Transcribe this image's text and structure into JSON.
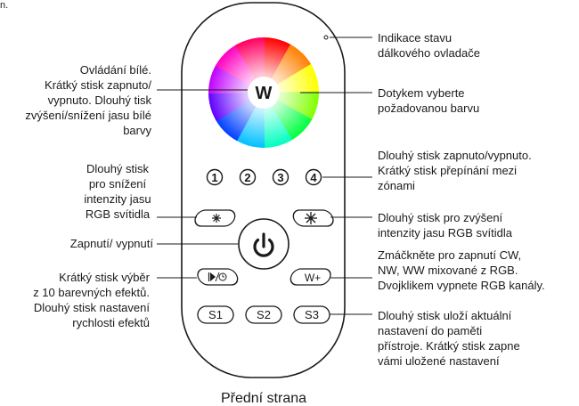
{
  "remote": {
    "wheel_center_label": "W",
    "zones": [
      "1",
      "2",
      "3",
      "4"
    ],
    "power_symbol": "power-icon",
    "brightness_down_symbol": "sun-small-icon",
    "brightness_up_symbol": "sun-large-icon",
    "effects_symbol": "play-pause-icon",
    "w_plus_label": "W+",
    "scenes": [
      "S1",
      "S2",
      "S3"
    ],
    "footer": "Přední strana",
    "stray_mark": "n."
  },
  "callouts": {
    "white_control": [
      "Ovládání bílé.",
      "Krátký stisk zapnuto/",
      "vypnuto. Dlouhý tisk",
      "zvýšení/snížení jasu bílé",
      "barvy"
    ],
    "brightness_down": [
      "Dlouhý stisk",
      "pro snížení",
      "intenzity jasu",
      "RGB svítidla"
    ],
    "power": [
      "Zapnutí/ vypnutí"
    ],
    "effects": [
      "Krátký stisk výběr",
      "z 10 barevných efektů.",
      "Dlouhý stisk nastavení",
      "rychlosti efektů"
    ],
    "indicator": [
      "Indikace stavu",
      "dálkového ovladače"
    ],
    "color_touch": [
      "Dotykem vyberte",
      "požadovanou barvu"
    ],
    "zones": [
      "Dlouhý stisk zapnuto/vypnuto.",
      "Krátký stisk přepínání mezi",
      "zónami"
    ],
    "brightness_up": [
      "Dlouhý stisk pro zvýšení",
      "intenzity jasu RGB svítidla"
    ],
    "w_plus": [
      "Zmáčkněte pro zapnutí CW,",
      "NW, WW mixované z RGB.",
      "Dvojklikem vypnete RGB kanály."
    ],
    "scenes": [
      "Dlouhý stisk uloží aktuální",
      "nastavení do paměti",
      "přístroje. Krátký stisk zapne",
      "vámi uložené nastavení"
    ]
  },
  "colors": {
    "outline": "#1a1a1a",
    "wheel": [
      "#ff0000",
      "#ff8000",
      "#ffff00",
      "#80ff00",
      "#00ff40",
      "#00ffc0",
      "#00c0ff",
      "#0040ff",
      "#6000ff",
      "#c000ff",
      "#ff00c0",
      "#ff0060"
    ]
  }
}
